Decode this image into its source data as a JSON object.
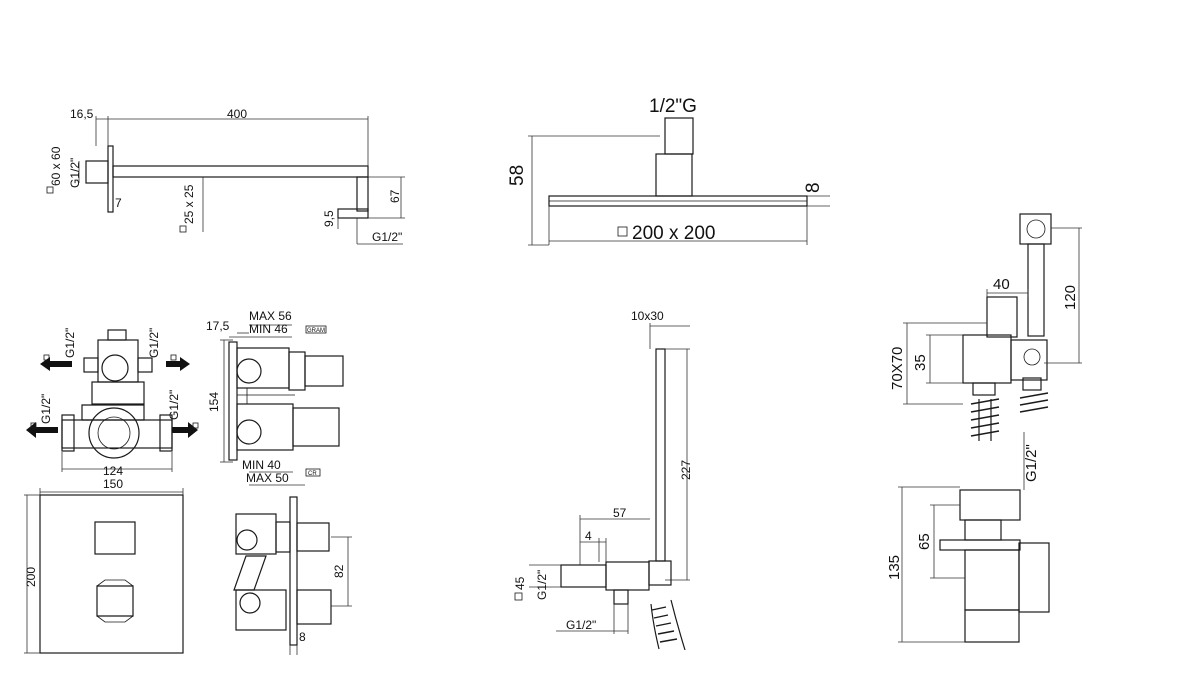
{
  "arm": {
    "d_16_5": "16,5",
    "d_400": "400",
    "d_60x60": "60 x 60",
    "g_half_left": "G1/2\"",
    "d_7": "7",
    "d_25x25": "25 x 25",
    "d_9_5": "9,5",
    "d_67": "67",
    "g_half_bottom": "G1/2\""
  },
  "head": {
    "g_half_g": "1/2\"G",
    "d_58": "58",
    "d_8": "8",
    "d_200x200": "200 x 200"
  },
  "valve": {
    "g_tl": "G1/2\"",
    "g_tr": "G1/2\"",
    "g_ml": "G1/2\"",
    "g_mr": "G1/2\"",
    "d_124": "124",
    "d_150": "150",
    "d_200": "200",
    "d_17_5": "17,5",
    "max56": "MAX 56",
    "min46": "MIN 46",
    "d_154": "154",
    "min40": "MIN 40",
    "max50": "MAX 50",
    "d_82": "82",
    "d_8": "8",
    "tag_top": "GRAM",
    "tag_bottom": "CR"
  },
  "hand": {
    "d_10x30": "10x30",
    "d_227": "227",
    "d_57": "57",
    "d_4": "4",
    "d_45": "45",
    "g_half": "G1/2\"",
    "g_half_bottom": "G1/2\""
  },
  "bidet": {
    "d_40": "40",
    "d_120": "120",
    "d_70x70": "70X70",
    "d_35": "35",
    "g_half": "G1/2\"",
    "d_65": "65",
    "d_135": "135"
  }
}
